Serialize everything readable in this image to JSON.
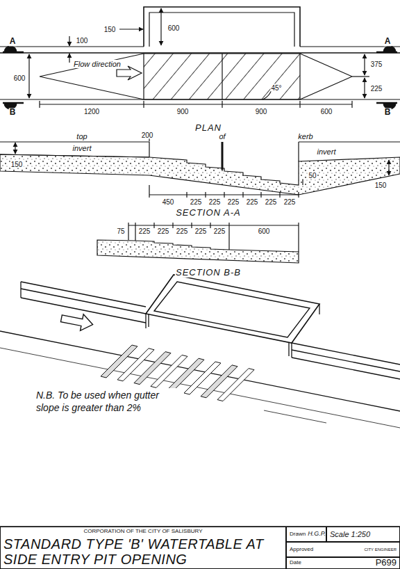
{
  "diagram": {
    "nodes": [
      {
        "text": [
          "CORPORATION OF THE CITY OF SALISBURY",
          "STANDARD TYPE 'B' WATERTABLE AT SIDE ENTRY PIT OPENING"
        ]
      },
      {
        "text": [
          "Drawn",
          "H.G.P."
        ]
      },
      {
        "text": [
          "Scale 1:250"
        ]
      },
      {
        "text": [
          "Approved",
          "CITY ENGINEER"
        ]
      },
      {
        "text": [
          "Date",
          "P699"
        ]
      }
    ],
    "labels": [
      "150",
      "600",
      "100",
      "A",
      "A",
      "Flow direction",
      "375",
      "600",
      "225",
      "45°",
      "B",
      "B",
      "1200",
      "900",
      "900",
      "600",
      "PLAN",
      "200",
      "top",
      "of",
      "kerb",
      "150",
      "invert",
      "50",
      "invert",
      "150",
      "450",
      "225",
      "225",
      "225",
      "225",
      "225",
      "225",
      "SECTION A-A",
      "75",
      "225",
      "225",
      "225",
      "225",
      "225",
      "600",
      "SECTION B-B",
      "N.B. To be used when gutter slope is greater than 2%"
    ]
  }
}
